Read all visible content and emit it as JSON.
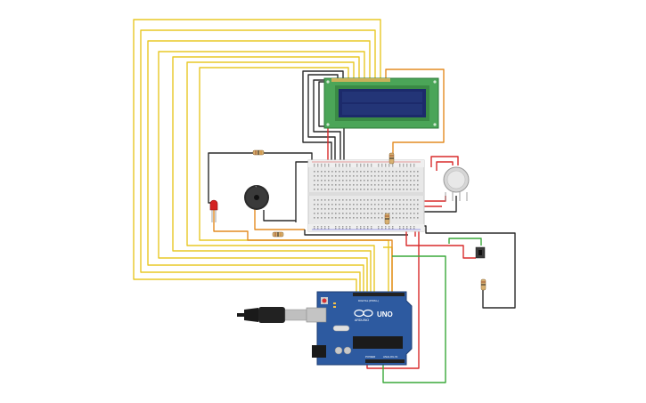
{
  "board": {
    "logo_text": "UNO",
    "brand_text": "ARDUINO",
    "digital_label": "DIGITAL (PWM~)",
    "analog_label": "ANALOG IN",
    "power_label": "POWER"
  },
  "colors": {
    "wire_yellow": "#e8c826",
    "wire_orange": "#e38b22",
    "wire_black": "#2a2a2a",
    "wire_red": "#d82a2a",
    "wire_green": "#3aa83a",
    "arduino_blue": "#2d5aa0",
    "lcd_green": "#4ba558",
    "lcd_screen": "#1c2a6b",
    "breadboard": "#e8e8e8"
  },
  "icons": {
    "lcd": "lcd-16x2-icon",
    "breadboard": "breadboard-icon",
    "arduino": "arduino-uno-icon",
    "buzzer": "piezo-buzzer-icon",
    "led": "led-icon",
    "sensor": "gas-sensor-icon",
    "button": "pushbutton-icon",
    "resistor": "resistor-icon",
    "usb": "usb-cable-icon"
  }
}
